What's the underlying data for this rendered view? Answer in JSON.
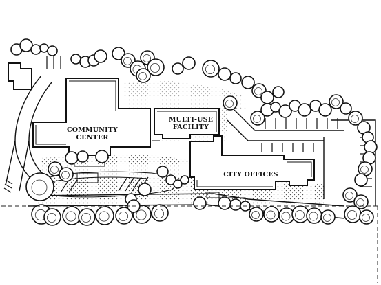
{
  "buildings": {
    "community_center": {
      "line1": "COMMUNITY",
      "line2": "CENTER"
    },
    "multi_use_facility": {
      "line1": "MULTI-USE",
      "line2": "FACILITY"
    },
    "city_offices": {
      "line1": "CITY OFFICES"
    }
  }
}
